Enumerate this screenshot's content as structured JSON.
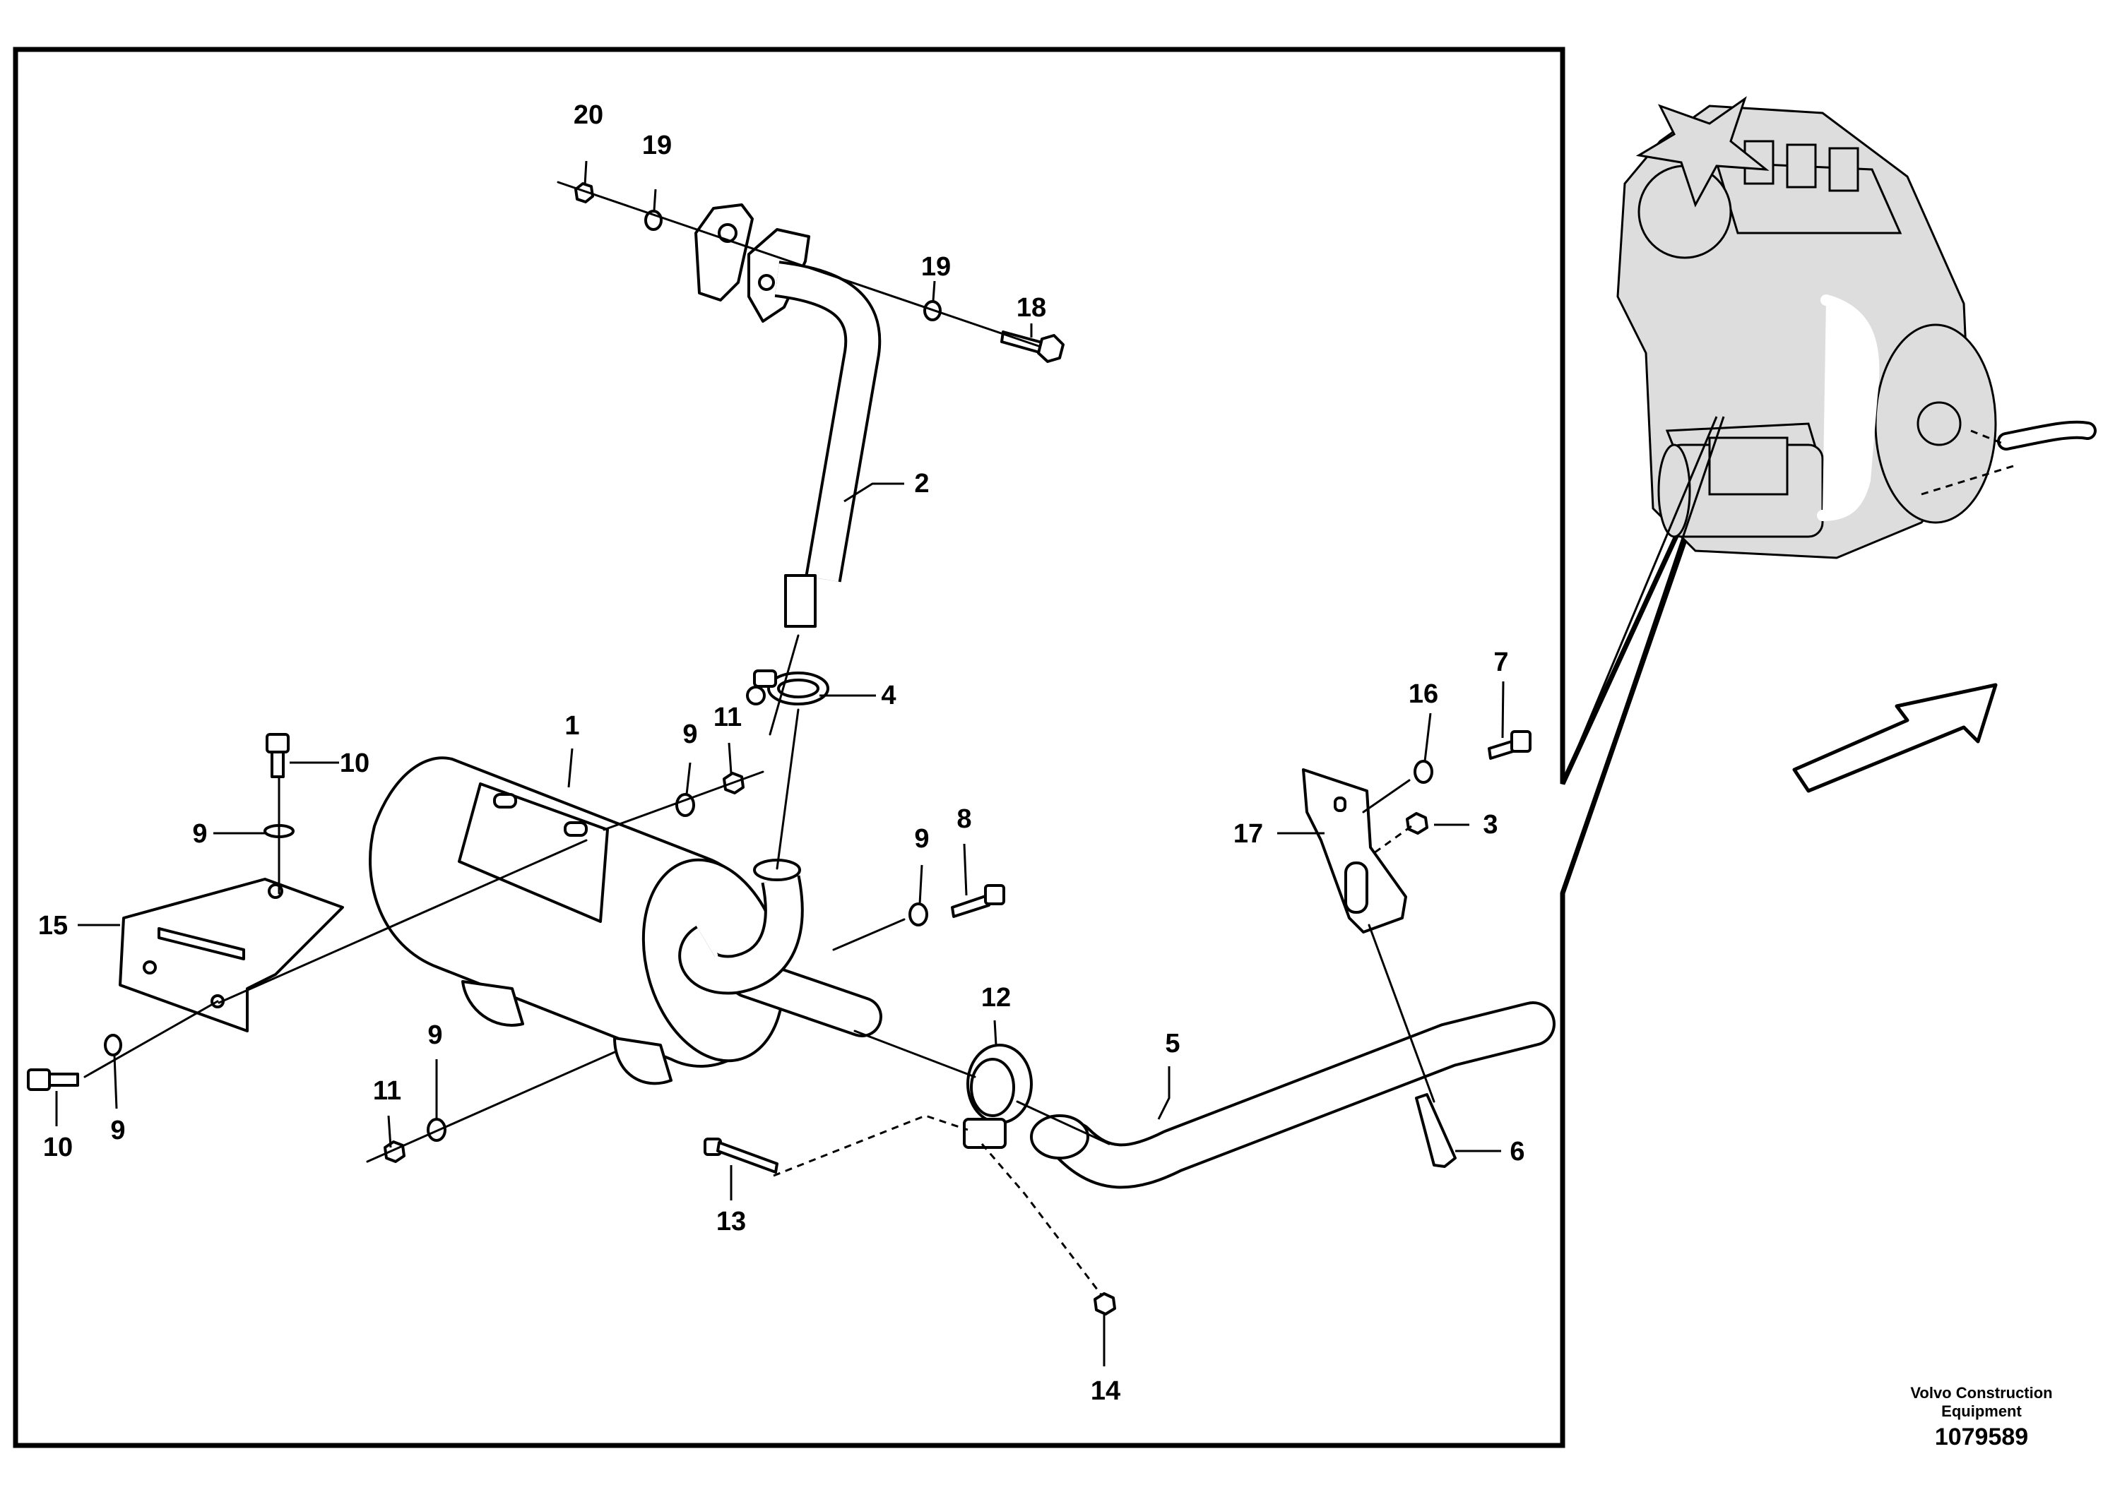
{
  "publisher": {
    "line1": "Volvo Construction",
    "line2": "Equipment",
    "drawing_number": "1079589"
  },
  "callouts": {
    "c1": "1",
    "c2": "2",
    "c3": "3",
    "c4": "4",
    "c5": "5",
    "c6": "6",
    "c7": "7",
    "c8": "8",
    "c9a": "9",
    "c9b": "9",
    "c9c": "9",
    "c9d": "9",
    "c9e": "9",
    "c10a": "10",
    "c10b": "10",
    "c11a": "11",
    "c11b": "11",
    "c12": "12",
    "c13": "13",
    "c14": "14",
    "c15": "15",
    "c16": "16",
    "c17": "17",
    "c18": "18",
    "c19a": "19",
    "c19b": "19",
    "c20": "20"
  }
}
